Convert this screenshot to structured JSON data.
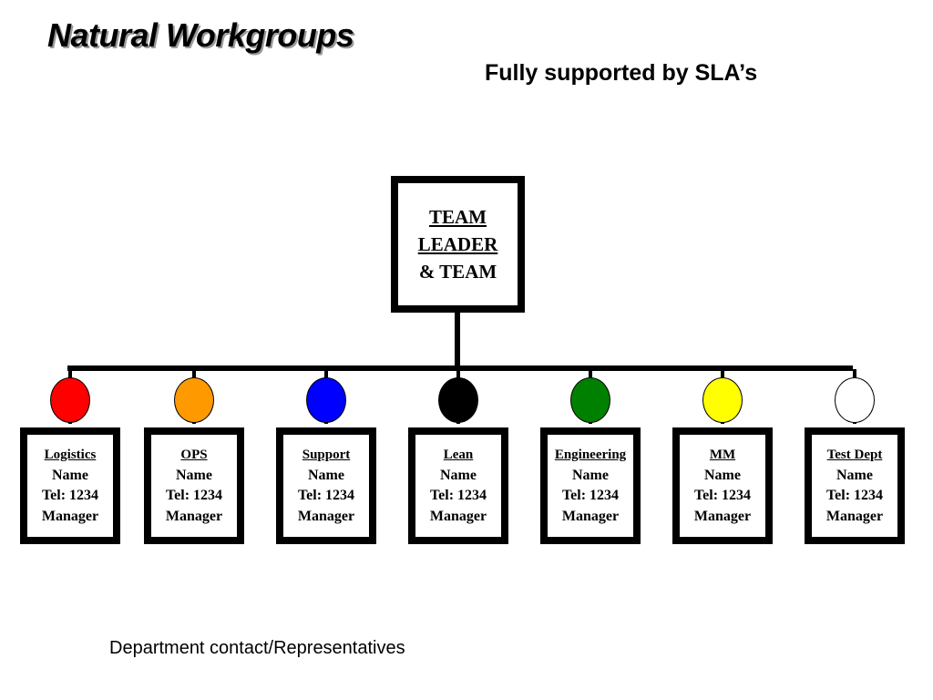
{
  "title": "Natural Workgroups",
  "subtitle": "Fully supported by SLA’s",
  "leader": {
    "line1": "TEAM",
    "line2": "LEADER",
    "line3": "& TEAM"
  },
  "departments": [
    {
      "name": "Logistics",
      "contact": "Name",
      "tel": "Tel: 1234",
      "role": "Manager",
      "color": "#ff0000"
    },
    {
      "name": "OPS",
      "contact": "Name",
      "tel": "Tel: 1234",
      "role": "Manager",
      "color": "#ff9900"
    },
    {
      "name": "Support",
      "contact": "Name",
      "tel": "Tel: 1234",
      "role": "Manager",
      "color": "#0000ff"
    },
    {
      "name": "Lean",
      "contact": "Name",
      "tel": "Tel: 1234",
      "role": "Manager",
      "color": "#000000"
    },
    {
      "name": "Engineering",
      "contact": "Name",
      "tel": "Tel: 1234",
      "role": "Manager",
      "color": "#008000"
    },
    {
      "name": "MM",
      "contact": "Name",
      "tel": "Tel: 1234",
      "role": "Manager",
      "color": "#ffff00"
    },
    {
      "name": "Test Dept",
      "contact": "Name",
      "tel": "Tel: 1234",
      "role": "Manager",
      "color": "#ffffff"
    }
  ],
  "footer": "Department contact/Representatives"
}
